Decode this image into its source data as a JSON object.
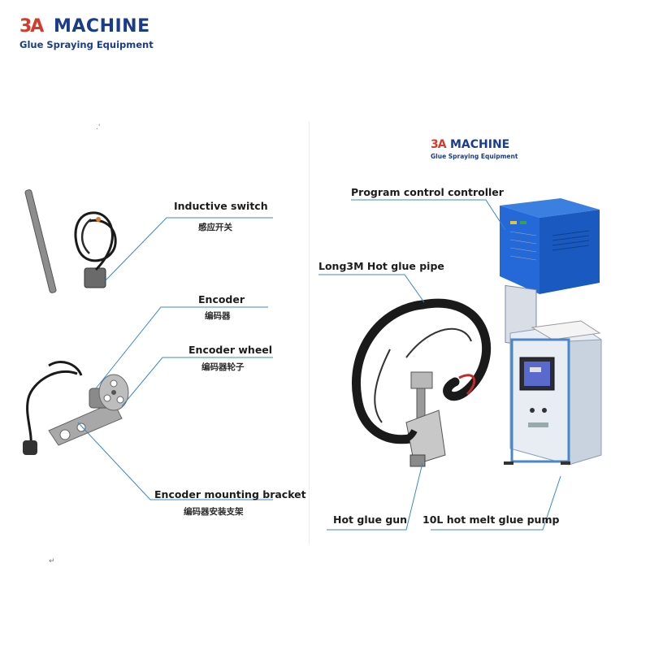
{
  "brand": {
    "logo_mark": "3A",
    "name": "MACHINE",
    "tagline": "Glue Spraying Equipment"
  },
  "left_panel": {
    "stray_mark": ".'",
    "inductive_switch": {
      "en": "Inductive switch",
      "cn": "感应开关"
    },
    "encoder": {
      "en": "Encoder",
      "cn": "编码器"
    },
    "encoder_wheel": {
      "en": "Encoder wheel",
      "cn": "编码器轮子"
    },
    "mounting_bracket": {
      "en": "Encoder mounting bracket",
      "cn": "编码器安装支架"
    },
    "return_mark": "↵"
  },
  "right_panel": {
    "brand_small": {
      "logo_mark": "3A",
      "name": "MACHINE",
      "tagline": "Glue Spraying Equipment"
    },
    "program_controller": "Program control controller",
    "hot_glue_pipe": "Long3M Hot glue pipe",
    "hot_glue_gun": "Hot glue gun",
    "glue_pump": "10L hot melt glue pump"
  },
  "colors": {
    "brand_blue": "#1a3c8c",
    "brand_red": "#d63a2a",
    "leader_line": "#3a88c8",
    "controller_blue": "#1f5fc0"
  }
}
